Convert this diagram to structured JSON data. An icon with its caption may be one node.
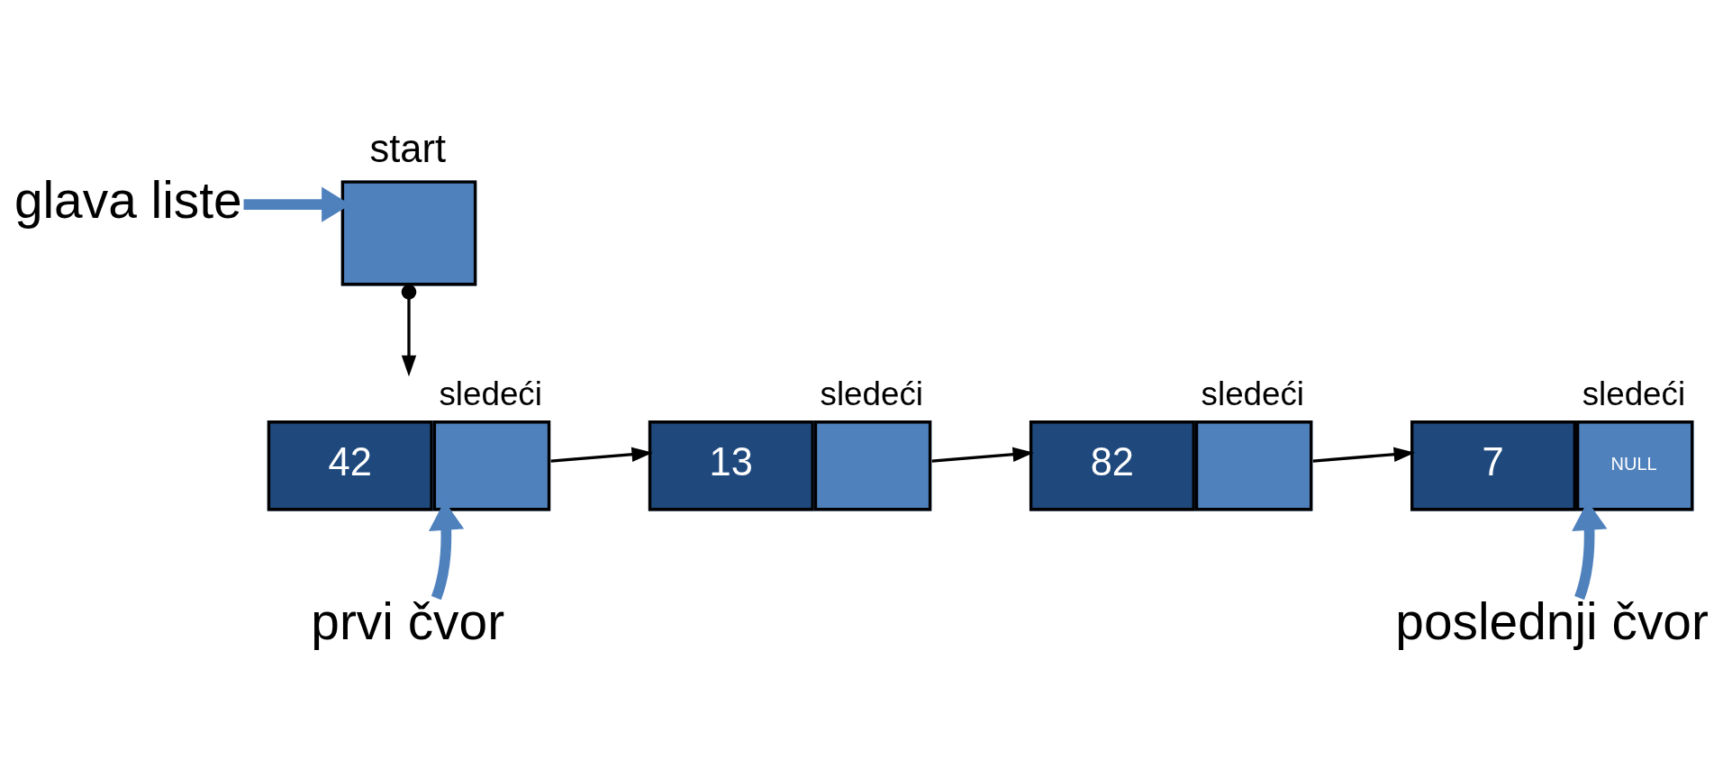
{
  "diagram": {
    "nodes": [
      {
        "text": [
          "start"
        ]
      },
      {
        "text": [
          "42"
        ],
        "beside": [
          "sledeći"
        ]
      },
      {
        "text": [
          "13"
        ],
        "beside": [
          "sledeći"
        ]
      },
      {
        "text": [
          "82"
        ],
        "beside": [
          "sledeći"
        ]
      },
      {
        "text": [
          "7",
          "NULL"
        ],
        "beside": [
          "sledeći"
        ]
      },
      {
        "text": [
          "glava liste"
        ]
      },
      {
        "text": [
          "prvi čvor"
        ]
      },
      {
        "text": [
          "poslednji čvor"
        ]
      }
    ],
    "edges": [
      {
        "from": 0,
        "to": 1,
        "arrow": "to"
      },
      {
        "from": 1,
        "to": 2,
        "arrow": "to"
      },
      {
        "from": 2,
        "to": 3,
        "arrow": "to"
      },
      {
        "from": 3,
        "to": 4,
        "arrow": "to"
      },
      {
        "from": 5,
        "to": 0,
        "arrow": "to",
        "style": "thick",
        "color": "#4f81bd"
      },
      {
        "from": 6,
        "to": 1,
        "arrow": "to",
        "style": "thick",
        "color": "#4f81bd"
      },
      {
        "from": 7,
        "to": 4,
        "arrow": "to",
        "style": "thick",
        "color": "#4f81bd"
      }
    ]
  }
}
